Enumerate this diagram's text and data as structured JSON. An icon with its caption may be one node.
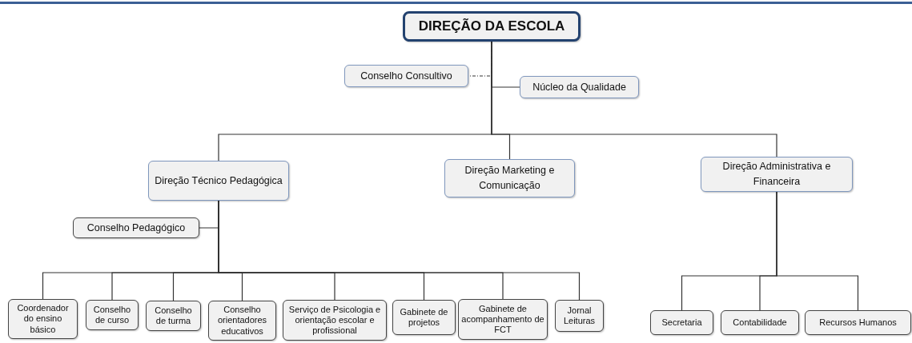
{
  "diagram": {
    "nodes": [
      {
        "text": [
          "DIREÇÃO DA ESCOLA"
        ]
      },
      {
        "text": [
          "Conselho Consultivo"
        ]
      },
      {
        "text": [
          "Núcleo da Qualidade"
        ]
      },
      {
        "text": [
          "Direção Técnico Pedagógica"
        ]
      },
      {
        "text": [
          "Direção Marketing e Comunicação"
        ]
      },
      {
        "text": [
          "Direção Administrativa e Financeira"
        ]
      },
      {
        "text": [
          "Conselho Pedagógico"
        ]
      },
      {
        "text": [
          "Coordenador do ensino básico"
        ]
      },
      {
        "text": [
          "Conselho de curso"
        ]
      },
      {
        "text": [
          "Conselho de turma"
        ]
      },
      {
        "text": [
          "Conselho orientadores educativos"
        ]
      },
      {
        "text": [
          "Serviço de Psicologia e orientação escolar e profissional"
        ]
      },
      {
        "text": [
          "Gabinete de projetos"
        ]
      },
      {
        "text": [
          "Gabinete de acompanhamento de FCT"
        ]
      },
      {
        "text": [
          "Jornal Leituras"
        ]
      },
      {
        "text": [
          "Secretaria"
        ]
      },
      {
        "text": [
          "Contabilidade"
        ]
      },
      {
        "text": [
          "Recursos Humanos"
        ]
      }
    ],
    "edges": [
      {
        "from": 0,
        "to": 1,
        "arrow": "none",
        "style": "dashed"
      },
      {
        "from": 0,
        "to": 2,
        "arrow": "none"
      },
      {
        "from": 0,
        "to": 3,
        "arrow": "none"
      },
      {
        "from": 0,
        "to": 4,
        "arrow": "none"
      },
      {
        "from": 0,
        "to": 5,
        "arrow": "none"
      },
      {
        "from": 3,
        "to": 6,
        "arrow": "none"
      },
      {
        "from": 3,
        "to": 7,
        "arrow": "none"
      },
      {
        "from": 3,
        "to": 8,
        "arrow": "none"
      },
      {
        "from": 3,
        "to": 9,
        "arrow": "none"
      },
      {
        "from": 3,
        "to": 10,
        "arrow": "none"
      },
      {
        "from": 3,
        "to": 11,
        "arrow": "none"
      },
      {
        "from": 3,
        "to": 12,
        "arrow": "none"
      },
      {
        "from": 3,
        "to": 13,
        "arrow": "none"
      },
      {
        "from": 3,
        "to": 14,
        "arrow": "none"
      },
      {
        "from": 5,
        "to": 15,
        "arrow": "none"
      },
      {
        "from": 5,
        "to": 16,
        "arrow": "none"
      },
      {
        "from": 5,
        "to": 17,
        "arrow": "none"
      }
    ]
  }
}
